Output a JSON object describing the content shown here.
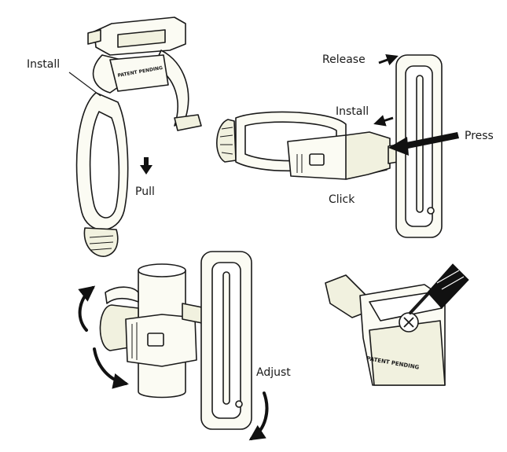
{
  "labels": {
    "install_top_left": "Install",
    "pull": "Pull",
    "release": "Release",
    "install_right": "Install",
    "press": "Press",
    "click": "Click",
    "adjust": "Adjust"
  },
  "device_text": {
    "patent_pending_1": "PATENT PENDING",
    "patent_pending_2": "PATENT PENDING"
  },
  "colors": {
    "stroke": "#1a1a1a",
    "fill_light": "#fbfbf3",
    "fill_tint": "#f1f1df",
    "dark": "#111111"
  }
}
